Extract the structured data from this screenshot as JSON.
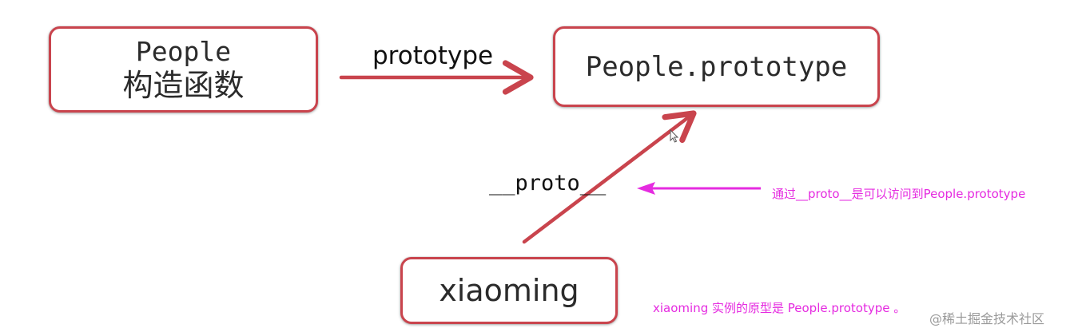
{
  "nodes": {
    "people": {
      "line1": "People",
      "line2": "构造函数"
    },
    "prototype": {
      "line1": "People.prototype"
    },
    "xiaoming": {
      "line1": "xiaoming"
    }
  },
  "edges": {
    "prototype_label": "prototype",
    "proto_label": "__proto__"
  },
  "annotations": {
    "proto_note": "通过__proto__是可以访问到People.prototype",
    "instance_note": "xiaoming 实例的原型是 People.prototype 。"
  },
  "watermark": "@稀土掘金技术社区",
  "colors": {
    "node_border": "#c9444d",
    "arrow": "#c9444d",
    "annotation": "#e52be0"
  },
  "icons": {
    "cursor": "mouse-pointer-icon"
  }
}
